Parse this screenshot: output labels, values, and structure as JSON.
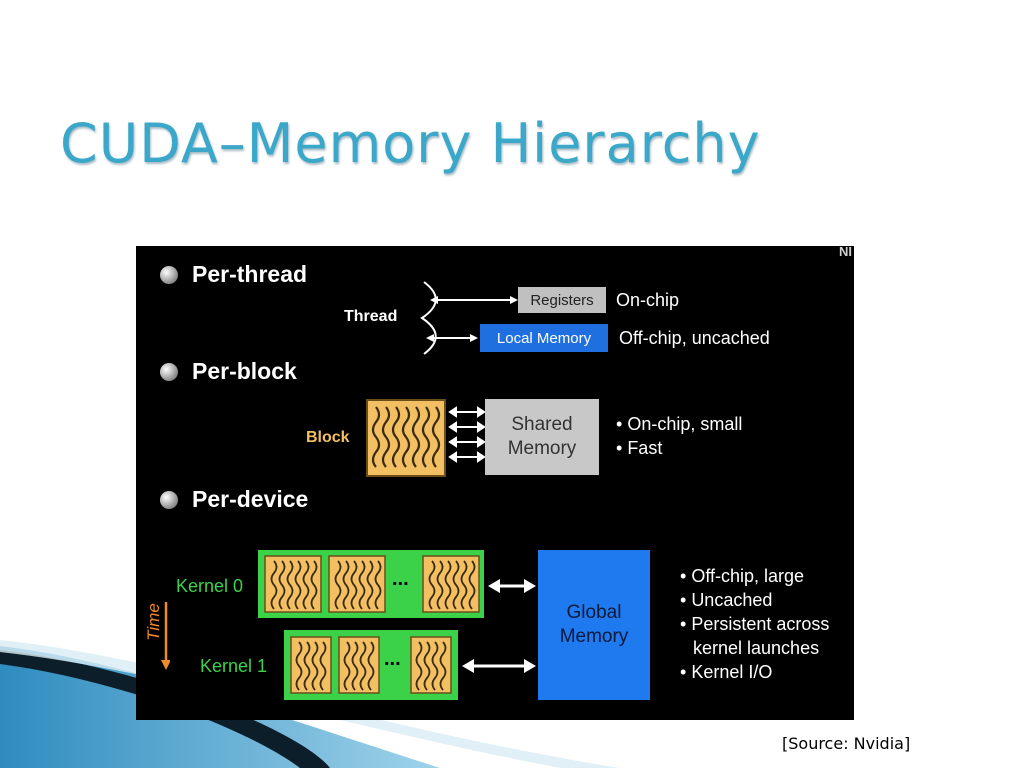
{
  "slide": {
    "title": "CUDA–Memory Hierarchy",
    "source_note": "[Source: Nvidia]"
  },
  "figure": {
    "top_right_fragment": "NI",
    "per_thread": {
      "heading": "Per-thread",
      "thread_label": "Thread",
      "registers_label": "Registers",
      "registers_note": "On-chip",
      "local_memory_label": "Local Memory",
      "local_memory_note": "Off-chip, uncached"
    },
    "per_block": {
      "heading": "Per-block",
      "block_label": "Block",
      "shared_memory_line1": "Shared",
      "shared_memory_line2": "Memory",
      "notes": [
        "On-chip, small",
        "Fast"
      ]
    },
    "per_device": {
      "heading": "Per-device",
      "kernel0_label": "Kernel 0",
      "kernel1_label": "Kernel 1",
      "ellipsis": "...",
      "time_label": "Time",
      "global_memory_line1": "Global",
      "global_memory_line2": "Memory",
      "notes": [
        "Off-chip, large",
        "Uncached",
        "Persistent across",
        "kernel launches",
        "Kernel I/O"
      ]
    },
    "colors": {
      "background": "#000000",
      "registers_fill": "#c0c0c0",
      "local_memory_fill": "#1f6fe0",
      "shared_memory_fill": "#c8c8c8",
      "block_fill": "#f2c062",
      "kernel_fill": "#3bd24a",
      "global_memory_fill": "#1f7af0",
      "block_label_color": "#f2c062",
      "kernel_label_color": "#3bd24a",
      "time_color": "#f08a24"
    }
  }
}
